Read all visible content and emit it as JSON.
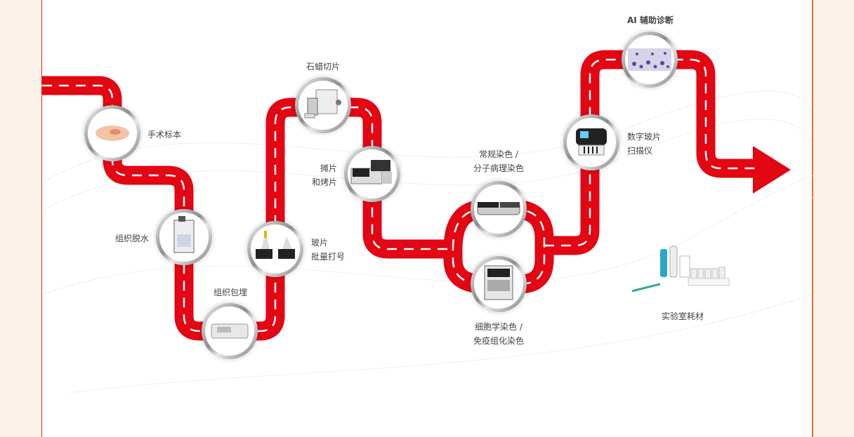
{
  "diagram": {
    "colors": {
      "road": "#e30613",
      "background": "#faf2ea",
      "panel": "#ffffff"
    },
    "steps": [
      {
        "id": "specimen",
        "lines": [
          "手术标本"
        ],
        "icon": "tissue-specimen-icon"
      },
      {
        "id": "dehydration",
        "lines": [
          "组织脱水"
        ],
        "icon": "tissue-processor-icon"
      },
      {
        "id": "embedding",
        "lines": [
          "组织包埋"
        ],
        "icon": "embedding-station-icon"
      },
      {
        "id": "slide-labeling",
        "lines": [
          "玻片",
          "批量打号"
        ],
        "icon": "slide-printer-icon"
      },
      {
        "id": "sectioning",
        "lines": [
          "石蜡切片"
        ],
        "icon": "microtome-icon"
      },
      {
        "id": "floating-baking",
        "lines": [
          "摊片",
          "和烤片"
        ],
        "icon": "slide-warmer-icon"
      },
      {
        "id": "routine-stain",
        "lines": [
          "常规染色 /",
          "分子病理染色"
        ],
        "icon": "stainer-icon"
      },
      {
        "id": "cyto-ihc-stain",
        "lines": [
          "细胞学染色 /",
          "免疫组化染色"
        ],
        "icon": "ihc-stainer-icon"
      },
      {
        "id": "scanner",
        "lines": [
          "数字玻片",
          "扫描仪"
        ],
        "icon": "slide-scanner-icon"
      },
      {
        "id": "ai",
        "lines": [
          "AI 辅助诊断"
        ],
        "icon": "ai-diagnosis-icon"
      },
      {
        "id": "consumables",
        "lines": [
          "实验室耗材"
        ],
        "icon": "lab-consumables-icon"
      }
    ]
  }
}
